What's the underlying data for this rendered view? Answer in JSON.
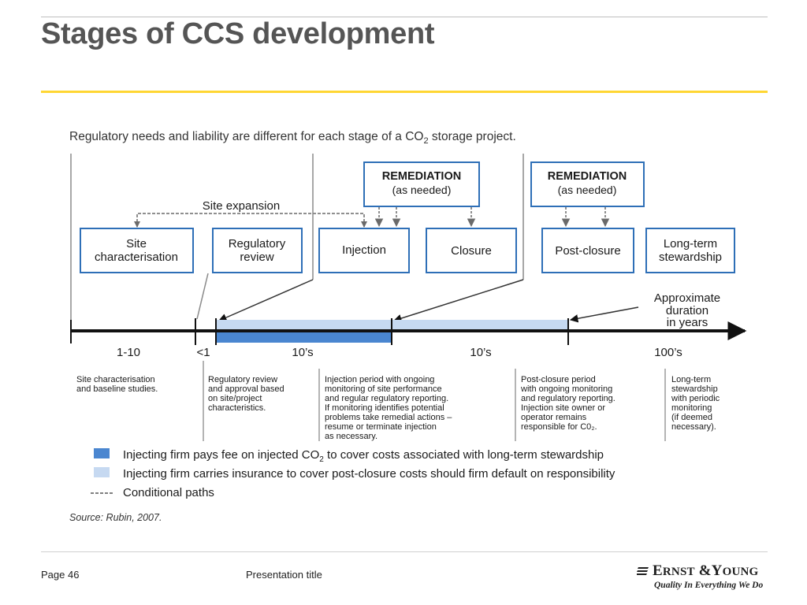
{
  "slide": {
    "title": "Stages of CCS development",
    "page_label": "Page 46",
    "presentation_title": "Presentation title"
  },
  "logo": {
    "name_first": "E",
    "name_first_sc": "RNST",
    "amp": "&",
    "name_second": "Y",
    "name_second_sc": "OUNG",
    "tagline": "Quality In Everything We Do"
  },
  "figure": {
    "caption_pre": "Regulatory needs and liability are different for each stage of a CO",
    "caption_sub": "2",
    "caption_post": " storage project.",
    "site_expansion": "Site expansion",
    "remediation": [
      {
        "title": "REMEDIATION",
        "sub": "(as needed)"
      },
      {
        "title": "REMEDIATION",
        "sub": "(as needed)"
      }
    ],
    "stages": [
      {
        "lines": [
          "Site",
          "characterisation"
        ]
      },
      {
        "lines": [
          "Regulatory",
          "review"
        ]
      },
      {
        "lines": [
          "Injection"
        ]
      },
      {
        "lines": [
          "Closure"
        ]
      },
      {
        "lines": [
          "Post-closure"
        ]
      },
      {
        "lines": [
          "Long-term",
          "stewardship"
        ]
      }
    ],
    "duration_label": [
      "Approximate",
      "duration",
      "in years"
    ],
    "durations": [
      "1-10",
      "<1",
      "10’s",
      "10’s",
      "100’s"
    ],
    "descriptions": [
      [
        "Site characterisation",
        "and baseline studies."
      ],
      [
        "Regulatory review",
        "and approval based",
        "on site/project",
        "characteristics."
      ],
      [
        "Injection period with ongoing",
        "monitoring of site performance",
        "and regular regulatory reporting.",
        "If monitoring identifies potential",
        "problems take remedial actions –",
        "resume or terminate injection",
        "as necessary."
      ],
      [
        "Post-closure period",
        "with ongoing monitoring",
        "and regulatory reporting.",
        "Injection site owner or",
        "operator remains",
        "responsible for C0₂."
      ],
      [
        "Long-term",
        "stewardship",
        "with periodic",
        "monitoring",
        "(if deemed",
        "necessary)."
      ]
    ],
    "legend": [
      {
        "pre": "Injecting firm pays fee on injected CO",
        "sub": "2",
        "post": " to cover costs associated with long-term stewardship",
        "color": "#4a86d0"
      },
      {
        "pre": "Injecting firm carries insurance to cover post-closure costs should firm default on responsibility",
        "sub": "",
        "post": "",
        "color": "#c6d9f1"
      },
      {
        "pre": "Conditional paths",
        "sub": "",
        "post": "",
        "color": "#555555"
      }
    ],
    "source": "Source: Rubin, 2007.",
    "colors": {
      "box_border": "#2e6fb7",
      "dark_fill": "#4a86d0",
      "light_fill": "#c6d9f1",
      "axis": "#1a1a1a"
    }
  }
}
